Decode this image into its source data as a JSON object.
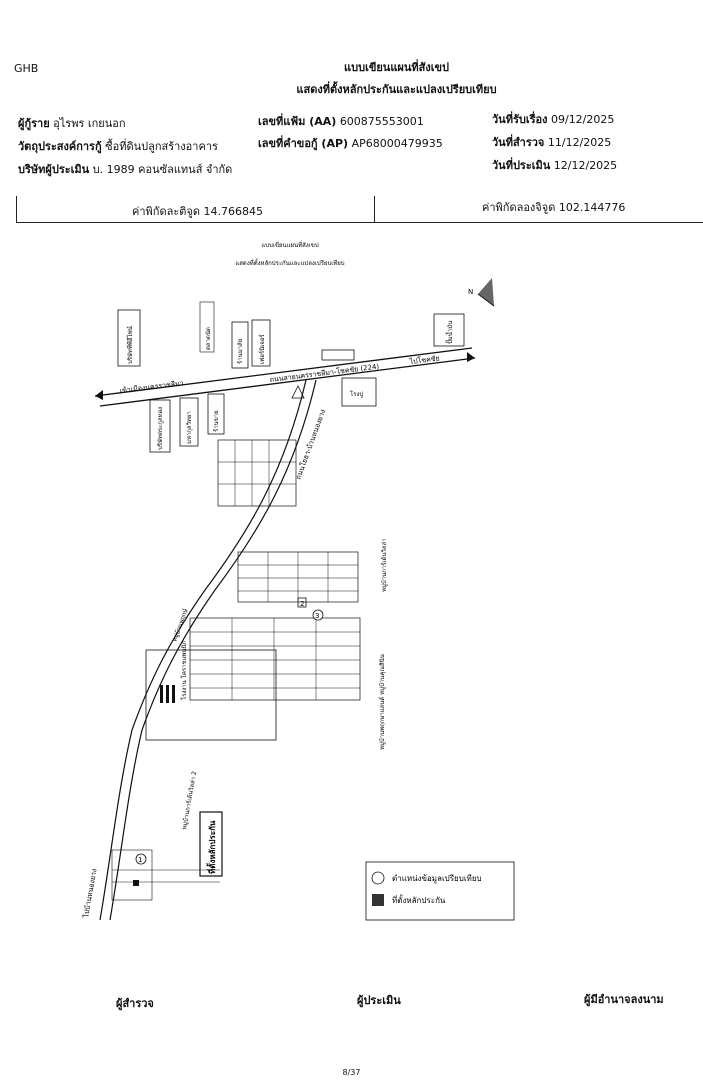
{
  "header": {
    "logo": "GHB",
    "title_line1": "แบบเขียนแผนที่สังเขป",
    "title_line2": "แสดงที่ตั้งหลักประกันและแปลงเปรียบเทียบ"
  },
  "info": {
    "borrower_label": "ผู้กู้ราย",
    "borrower_value": "อุไรพร เกยนอก",
    "purpose_label": "วัตถุประสงค์การกู้",
    "purpose_value": "ซื้อที่ดินปลูกสร้างอาคาร",
    "company_label": "บริษัทผู้ประเมิน",
    "company_value": "บ. 1989 คอนซัลแทนส์ จำกัด",
    "file_no_label": "เลขที่แฟ้ม (AA)",
    "file_no_value": "600875553001",
    "app_no_label": "เลขที่คำขอกู้ (AP)",
    "app_no_value": "AP68000479935",
    "received_label": "วันที่รับเรื่อง",
    "received_value": "09/12/2025",
    "survey_label": "วันที่สำรวจ",
    "survey_value": "11/12/2025",
    "appraise_label": "วันที่ประเมิน",
    "appraise_value": "12/12/2025"
  },
  "coords": {
    "lat": "ค่าพิกัดละติจูด 14.766845",
    "lon": "ค่าพิกัดลองจิจูด 102.144776"
  },
  "map": {
    "title1": "แบบเขียนแผนที่สังเขป",
    "title2": "แสดงที่ตั้งหลักประกันและแปลงเปรียบเทียบ",
    "north": "N",
    "main_road": "ถนนสายนครราชสีมา-โชคชัย (224)",
    "to_city": "เข้าเมืองนครราชสีมา",
    "to_chokchai": "ไปโชคชัย",
    "side_road": "ถนนโยธา-บ้านหนองยาง",
    "to_village": "ไปบ้านหนองยาง",
    "factory": "โรงงาน โคราชแพนนิก",
    "village1": "หมู่บ้านพฤกษ์",
    "village2": "หมู่บ้านพฤกษาแลนด์ หมู่บ้านคุณสินิน",
    "village3": "หมู่บ้านการ์เด้นวิลล่า",
    "village4": "หมู่บ้านการ์เด้นวิลล่า 2",
    "collateral_box": "ที่ตั้งหลักประกัน",
    "legend_circle": "ตำแหน่งข้อมูลเปรียบเทียบ",
    "legend_square": "ที่ตั้งหลักประกัน",
    "markers": [
      "1",
      "2",
      "3"
    ],
    "landmarks": [
      "บริษัทพีพีอีไฟน์",
      "ร้านมาลัย",
      "ตลาดนัด",
      "บริษัทตระกูลทอง",
      "มหากุลวิทยา",
      "ร้านขาย",
      "เฟอร์นิเจอร์",
      "โรงปู",
      "ปั๊มน้ำมัน"
    ]
  },
  "signatures": {
    "surveyor": "ผู้สำรวจ",
    "appraiser": "ผู้ประเมิน",
    "authorized": "ผู้มีอำนาจลงนาม"
  },
  "page": "8/37"
}
